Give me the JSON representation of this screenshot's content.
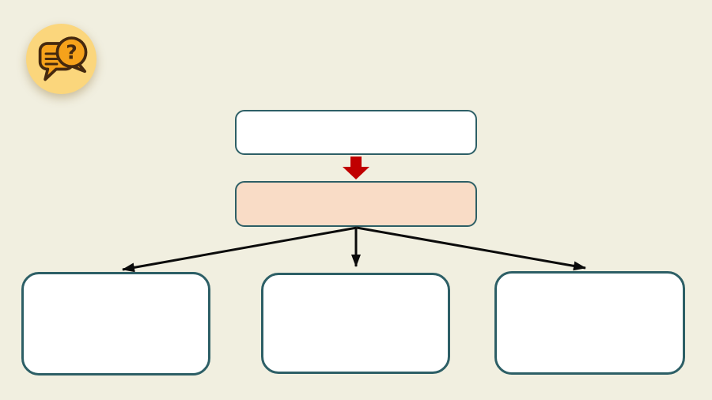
{
  "page": {
    "background_color": "#f1efe0"
  },
  "help_icon": {
    "name": "question-chat-icon",
    "question_mark": "?",
    "circle_color": "#fbd67c",
    "bubble_color": "#f6a21b",
    "outline_color": "#45290f"
  },
  "diagram": {
    "border_color": "#2d5f66",
    "connector_color": "#0b0b0b",
    "block_arrow_color": "#c00000",
    "nodes": [
      {
        "id": "top",
        "label": "",
        "fill": "#ffffff"
      },
      {
        "id": "middle",
        "label": "",
        "fill": "#f9dcc6"
      },
      {
        "id": "bottom-left",
        "label": "",
        "fill": "#ffffff"
      },
      {
        "id": "bottom-center",
        "label": "",
        "fill": "#ffffff"
      },
      {
        "id": "bottom-right",
        "label": "",
        "fill": "#ffffff"
      }
    ],
    "connectors": [
      {
        "from": "top",
        "to": "middle",
        "style": "block-arrow",
        "color": "#c00000"
      },
      {
        "from": "middle",
        "to": "bottom-left",
        "style": "line-arrow",
        "color": "#0b0b0b"
      },
      {
        "from": "middle",
        "to": "bottom-center",
        "style": "line-arrow",
        "color": "#0b0b0b"
      },
      {
        "from": "middle",
        "to": "bottom-right",
        "style": "line-arrow",
        "color": "#0b0b0b"
      }
    ]
  }
}
